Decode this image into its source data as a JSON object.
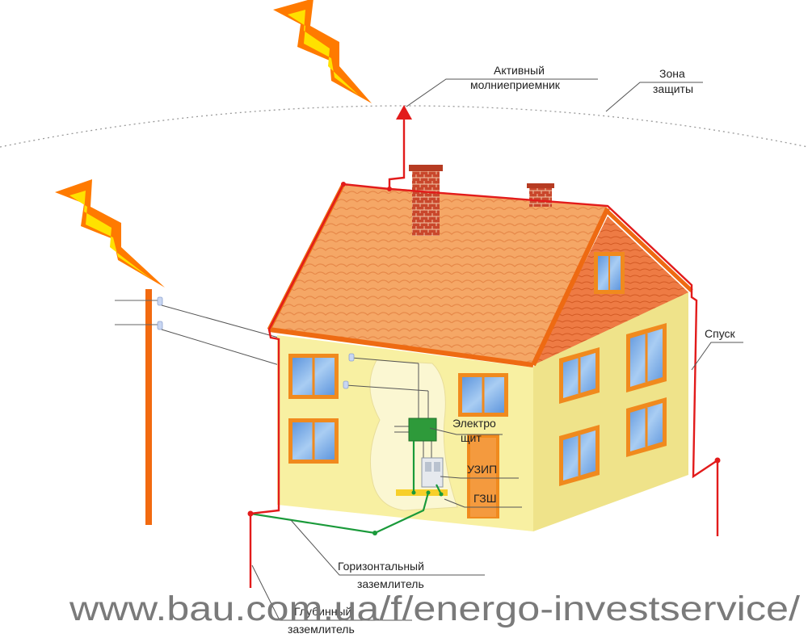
{
  "labels": {
    "active_rod_1": "Активный",
    "active_rod_2": "молниеприемник",
    "zone_1": "Зона",
    "zone_2": "защиты",
    "downconductor": "Спуск",
    "panel_1": "Электро",
    "panel_2": "щит",
    "spd": "УЗИП",
    "gzsh": "ГЗШ",
    "horizontal_1": "Горизонтальный",
    "horizontal_2": "заземлитель",
    "deep_1": "Глубинный",
    "deep_2": "заземлитель"
  },
  "watermark": "www.bau.com.ua/f/energo-investservice/",
  "colors": {
    "lightning_outer": "#ff7a00",
    "lightning_inner": "#ffe100",
    "conductor": "#e21b1b",
    "ground": "#1a9a3a",
    "roof": "#f5a766",
    "roof_edge": "#ee6a12",
    "wall_front": "#f8f0a2",
    "wall_side": "#efe38a",
    "brick": "#c9472c",
    "window_frame": "#f08a1e",
    "window_glass": "#7aaee6",
    "pole": "#f26a10",
    "panel": "#2e9a3a",
    "busbar": "#f7cf2a"
  }
}
